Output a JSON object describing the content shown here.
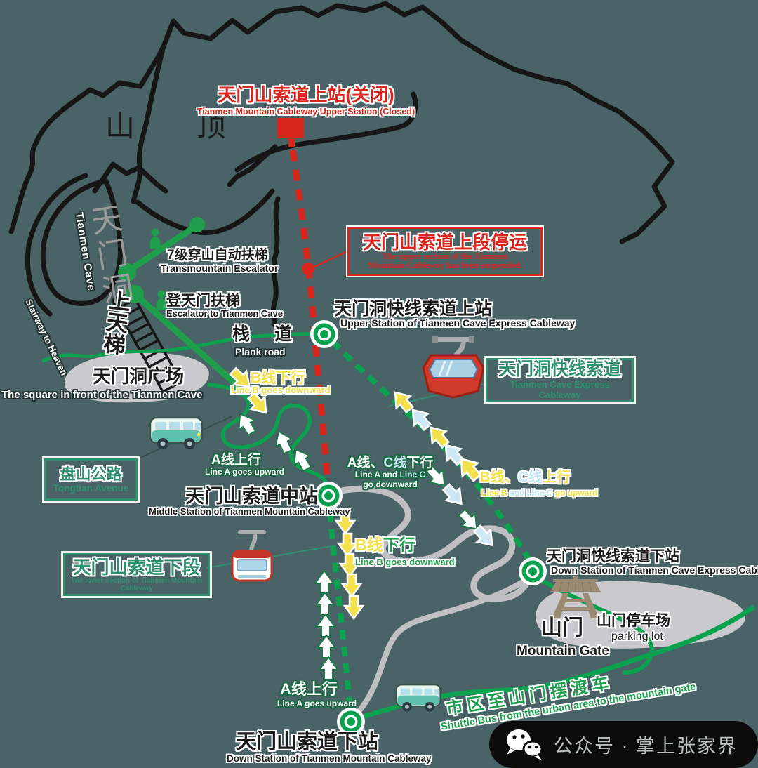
{
  "colors": {
    "background": "#4a6366",
    "route_green": "#0aa14f",
    "label_green": "#2e9070",
    "closed_red": "#da251c",
    "arrow_yellow": "#f2e04c",
    "arrow_blue": "#cfe8f5",
    "road_gray": "#c0c0c4",
    "blob_gray": "#cacace",
    "gate_brown": "#9b8a72"
  },
  "summit": {
    "label": "山 顶"
  },
  "upper_station": {
    "zh": "天门山索道上站(关闭)",
    "en": "Tianmen Mountain Cableway Upper Station (Closed)"
  },
  "notice": {
    "zh": "天门山索道上段停运",
    "en_line1": "The upper section of the Tianmen",
    "en_line2": "Mountain Cableway has been suspended."
  },
  "cave": {
    "zh": "天门洞",
    "en": "Tianmen Cave"
  },
  "stairway": {
    "zh": "上天梯",
    "en": "Stairway to Heaven"
  },
  "escalator_transmountain": {
    "zh": "7级穿山自动扶梯",
    "en": "Transmountain Escalator"
  },
  "escalator_cave": {
    "zh": "登天门扶梯",
    "en": "Escalator to Tianmen Cave"
  },
  "express_upper_station": {
    "zh": "天门洞快线索道上站",
    "en": "Upper Station of Tianmen Cave Express Cableway"
  },
  "plank_road": {
    "zh": "栈 道",
    "en": "Plank road"
  },
  "square": {
    "zh": "天门洞广场",
    "en": "The square in front of the Tianmen Cave"
  },
  "line_b_down_top": {
    "zh": "B线下行",
    "en": "Line B goes downward"
  },
  "express_cableway": {
    "zh": "天门洞快线索道",
    "en": "Tianmen Cave Express Cableway"
  },
  "tongtian_avenue": {
    "zh": "盘山公路",
    "en": "Tongtian Avenue"
  },
  "line_a_up_mid": {
    "zh": "A线上行",
    "en": "Line A goes upward"
  },
  "middle_station": {
    "zh": "天门山索道中站",
    "en": "Middle Station of Tianmen Mountain Cableway"
  },
  "line_ac_down": {
    "zh_a": "A线、",
    "zh_c": "C线",
    "zh_suffix": "下行",
    "en_a": "Line A and ",
    "en_c": "Line C",
    "en_suffix": "go downward"
  },
  "line_bc_up": {
    "zh_b": "B线、",
    "zh_c": "C线",
    "zh_suffix": "上行",
    "en_b": "Line B ",
    "en_c": "and Line C",
    "en_suffix": " go upward"
  },
  "line_b_down_mid": {
    "zh_b": "B线",
    "zh_suffix": "下行",
    "en": "Line B goes downward"
  },
  "lower_section": {
    "zh": "天门山索道下段",
    "en": "The lower section of Tianmen Mountain Cableway"
  },
  "express_down_station": {
    "zh": "天门洞快线索道下站",
    "en": "Down Station of Tianmen Cave Express Cableway"
  },
  "mountain_gate": {
    "zh": "山门",
    "en": "Mountain Gate"
  },
  "parking": {
    "zh": "山门停车场",
    "en": "parking lot"
  },
  "line_a_up_bottom": {
    "zh": "A线上行",
    "en": "Line A goes upward"
  },
  "shuttle_bus": {
    "zh": "市区至山门摆渡车",
    "en": "Shuttle Bus from the urban area to the mountain gate"
  },
  "down_station": {
    "zh": "天门山索道下站",
    "en": "Down Station of Tianmen Mountain Cableway"
  },
  "wechat": {
    "label": "公众号 · 掌上张家界"
  }
}
